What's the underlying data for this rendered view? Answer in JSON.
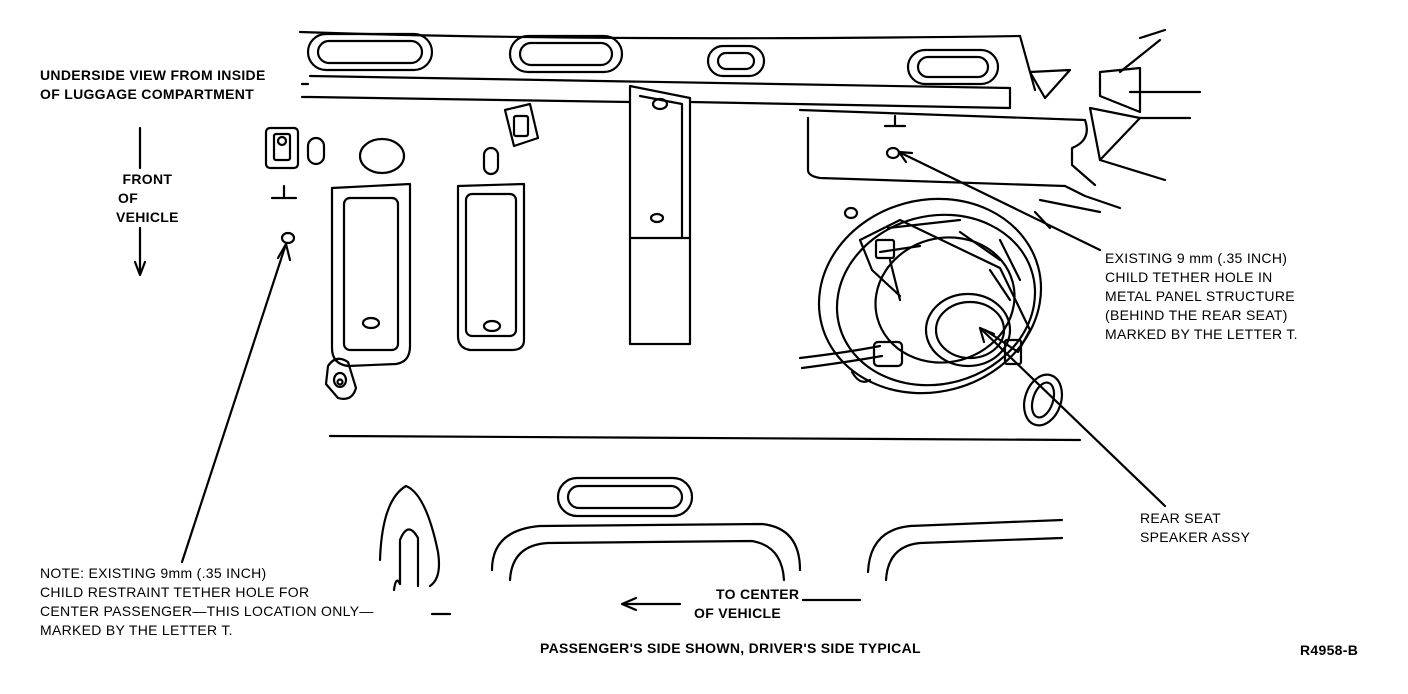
{
  "labels": {
    "view_title": [
      "UNDERSIDE VIEW FROM INSIDE",
      "OF LUGGAGE COMPARTMENT"
    ],
    "front": [
      "FRONT",
      "OF",
      "VEHICLE"
    ],
    "tether_callout": [
      "EXISTING 9 mm (.35 INCH)",
      "CHILD TETHER HOLE IN",
      "METAL PANEL STRUCTURE",
      "(BEHIND THE REAR SEAT)",
      "MARKED BY THE LETTER T."
    ],
    "speaker_callout": [
      "REAR SEAT",
      "SPEAKER ASSY"
    ],
    "note": [
      "NOTE: EXISTING 9mm (.35 INCH)",
      "CHILD RESTRAINT TETHER HOLE FOR",
      "CENTER PASSENGER—THIS LOCATION ONLY—",
      "MARKED BY THE LETTER T."
    ],
    "to_center": [
      "TO CENTER",
      "OF VEHICLE"
    ],
    "caption": "PASSENGER'S SIDE SHOWN, DRIVER'S SIDE TYPICAL",
    "figure_id": "R4958-B",
    "t_marker_left": "T",
    "t_marker_right": "T"
  },
  "colors": {
    "ink": "#000000",
    "paper": "#ffffff"
  }
}
